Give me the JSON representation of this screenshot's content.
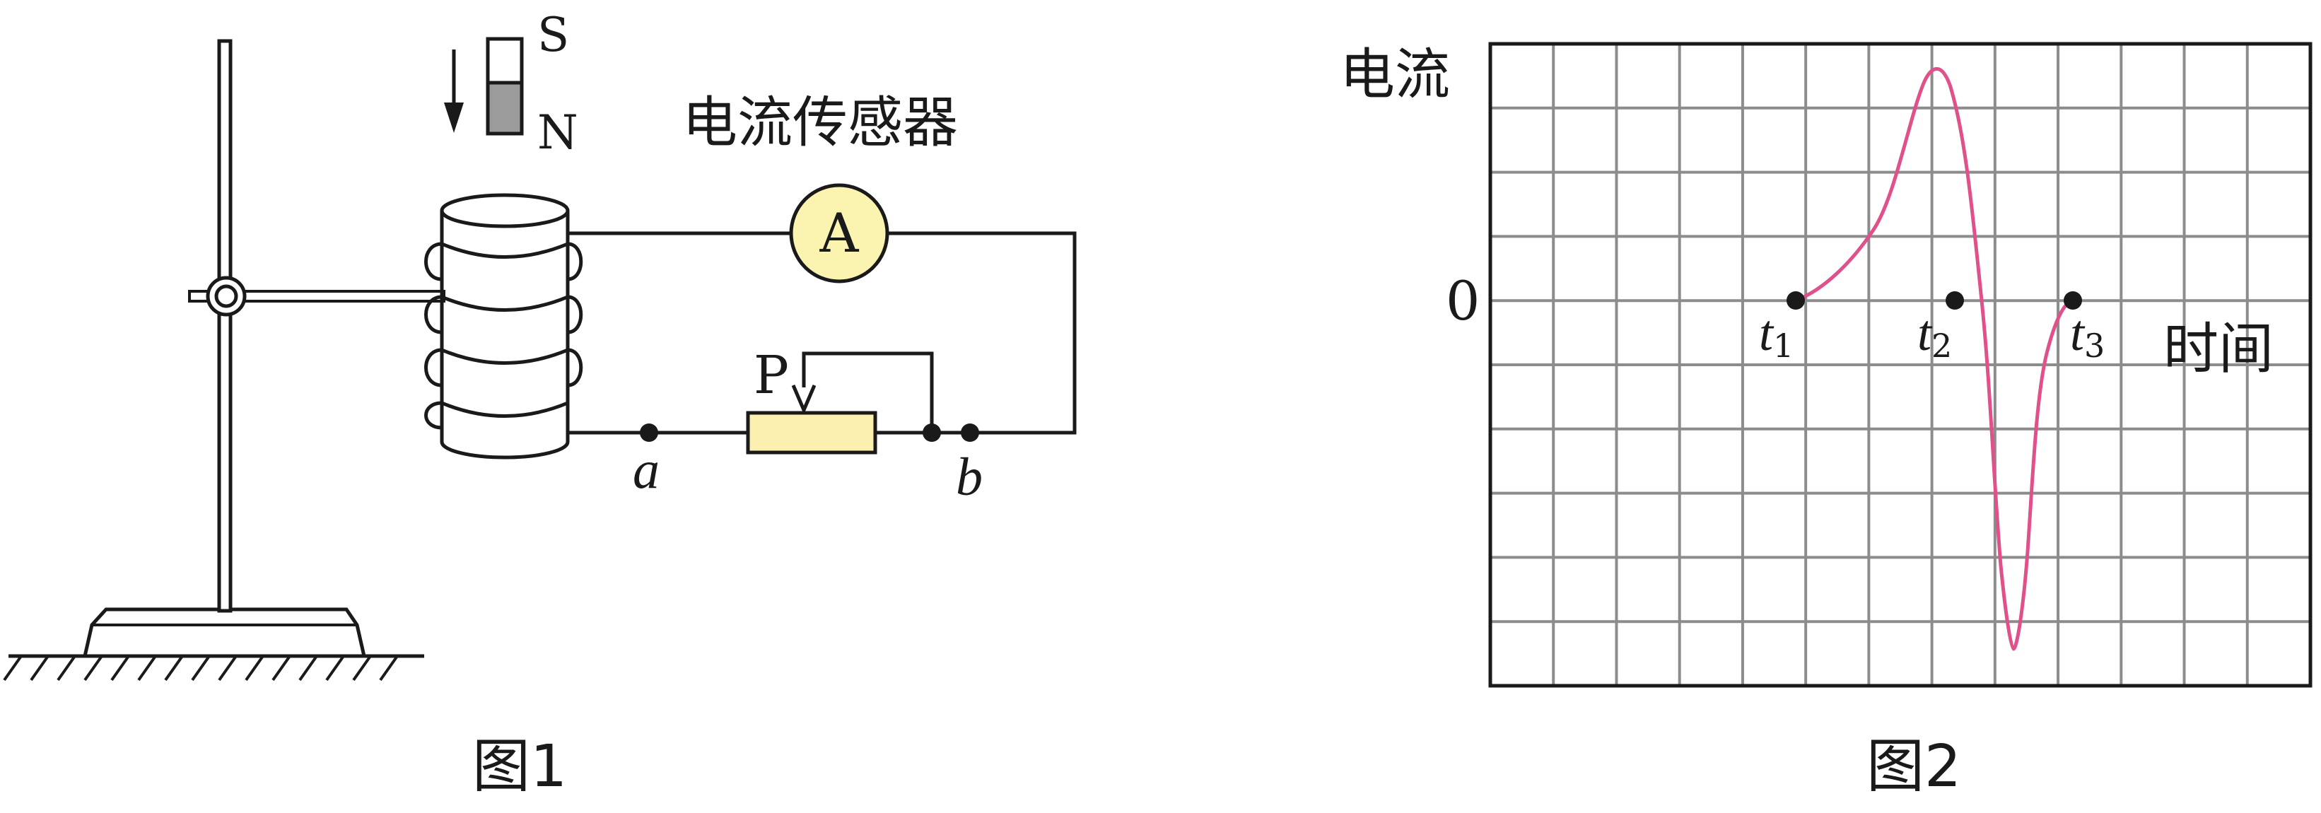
{
  "figure1": {
    "caption": "图1",
    "sensor_label": "电流传感器",
    "ammeter_symbol": "A",
    "magnet": {
      "top_pole": "S",
      "bottom_pole": "N",
      "direction": "down"
    },
    "rheostat_slider_label": "P",
    "terminal_a": "a",
    "terminal_b": "b"
  },
  "figure2": {
    "caption": "图2",
    "y_axis_label": "电流",
    "x_axis_label": "时间",
    "origin_label": "0",
    "time_marks": [
      {
        "letter": "t",
        "sub": "1"
      },
      {
        "letter": "t",
        "sub": "2"
      },
      {
        "letter": "t",
        "sub": "3"
      }
    ]
  },
  "colors": {
    "line": "#1a1a1a",
    "grid": "#8c8c8c",
    "curve": "#e0508a",
    "ammeter_fill": "#fbf3b0",
    "rheostat_fill": "#fbf0b0",
    "magnet_dark": "#9b9b9b"
  }
}
